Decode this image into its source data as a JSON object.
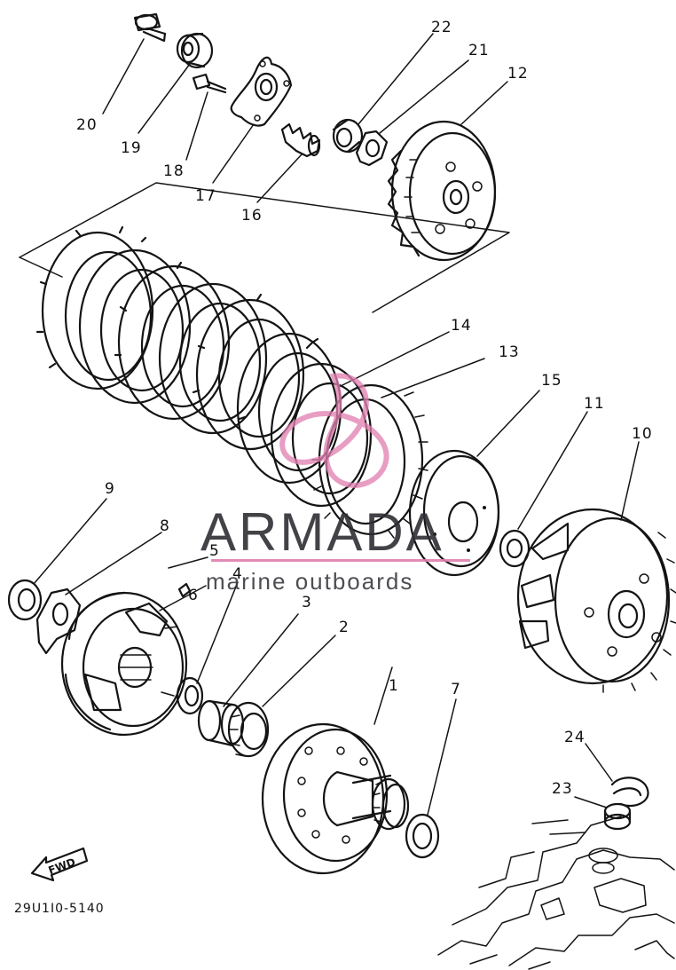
{
  "diagram": {
    "code": "29U1I0-5140",
    "fwd_label": "FWD",
    "callouts": [
      "1",
      "2",
      "3",
      "4",
      "5",
      "6",
      "7",
      "8",
      "9",
      "10",
      "11",
      "12",
      "13",
      "14",
      "15",
      "16",
      "17",
      "18",
      "19",
      "20",
      "21",
      "22",
      "23",
      "24"
    ]
  },
  "watermark": {
    "brand": "ARMADA",
    "tagline": "marine outboards",
    "accent_color": "#e07fb0",
    "ink_color": "#2e2e34"
  },
  "colors": {
    "line": "#141414",
    "background": "#ffffff"
  }
}
